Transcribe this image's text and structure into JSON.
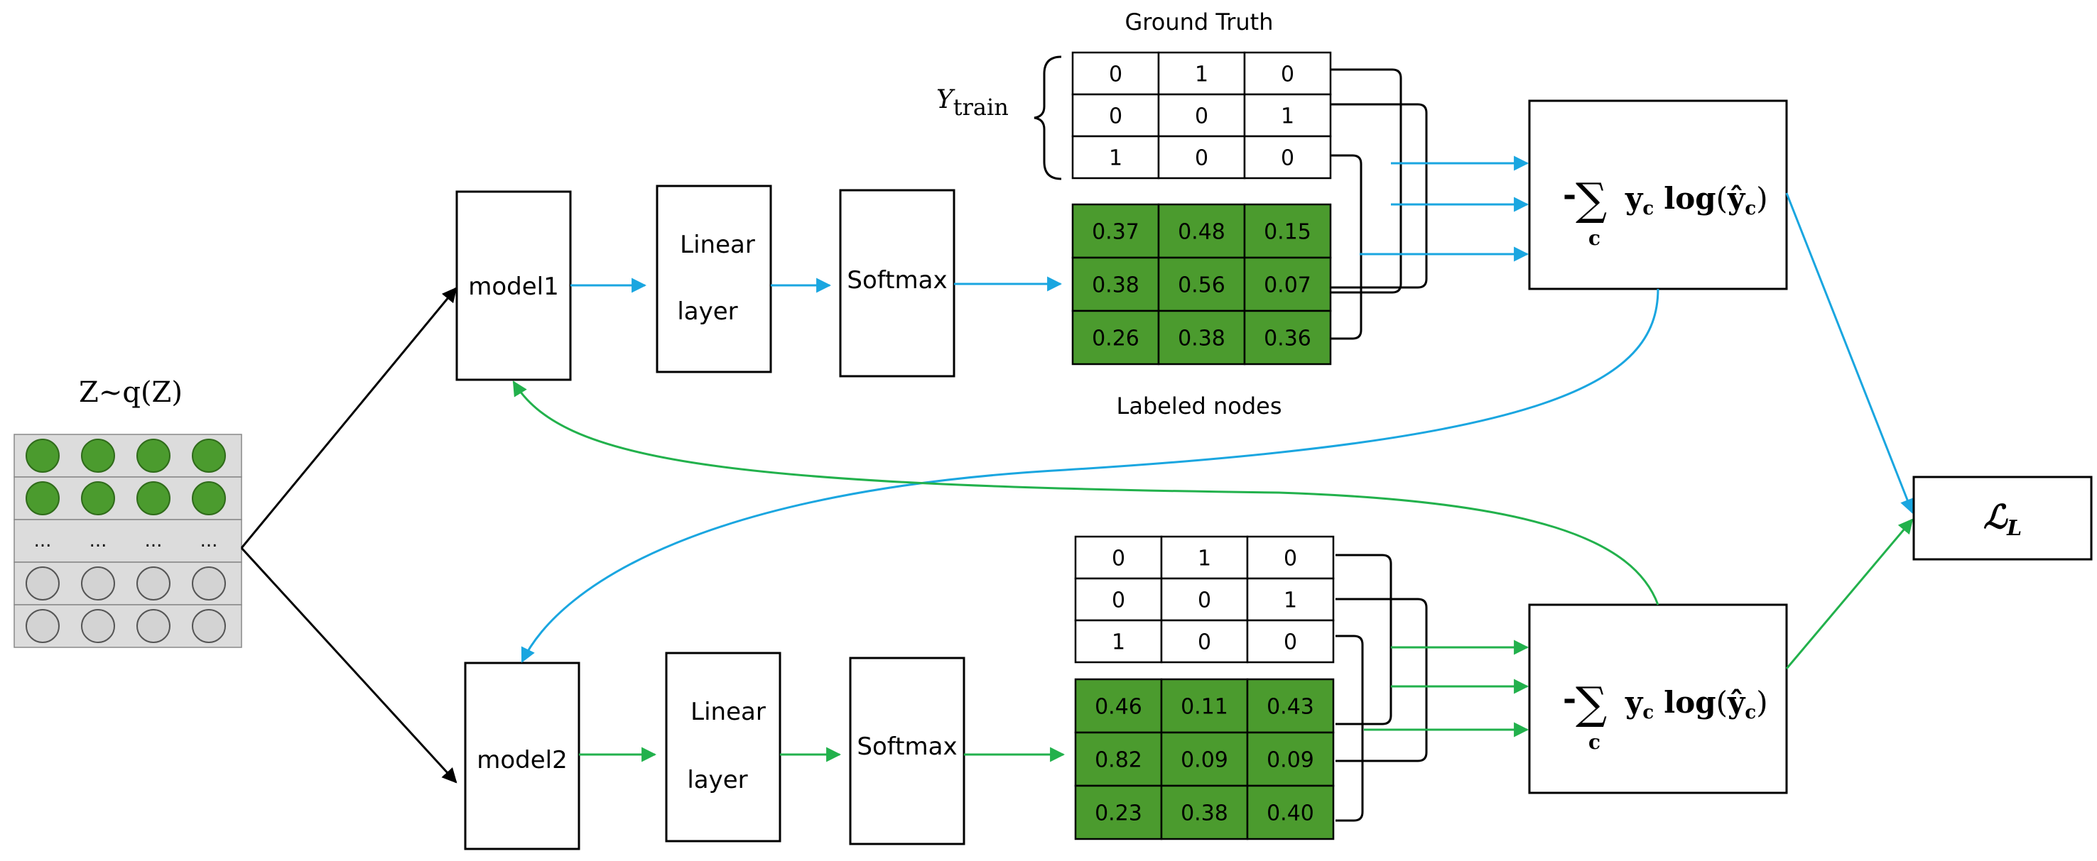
{
  "latent": {
    "title": "Z~q(Z)",
    "ellipsis": "...",
    "rows": [
      "green",
      "green",
      "dots",
      "gray",
      "gray"
    ],
    "colors": {
      "green": "#4b9b2e",
      "gray": "#d3d3d3"
    }
  },
  "branches": [
    {
      "model_label": "model1",
      "linear_label_line1": "Linear",
      "linear_label_line2": "layer",
      "softmax_label": "Softmax",
      "ground_truth": [
        [
          "0",
          "1",
          "0"
        ],
        [
          "0",
          "0",
          "1"
        ],
        [
          "1",
          "0",
          "0"
        ]
      ],
      "predictions": [
        [
          "0.37",
          "0.48",
          "0.15"
        ],
        [
          "0.38",
          "0.56",
          "0.07"
        ],
        [
          "0.26",
          "0.38",
          "0.36"
        ]
      ]
    },
    {
      "model_label": "model2",
      "linear_label_line1": "Linear",
      "linear_label_line2": "layer",
      "softmax_label": "Softmax",
      "ground_truth": [
        [
          "0",
          "1",
          "0"
        ],
        [
          "0",
          "0",
          "1"
        ],
        [
          "1",
          "0",
          "0"
        ]
      ],
      "predictions": [
        [
          "0.46",
          "0.11",
          "0.43"
        ],
        [
          "0.82",
          "0.09",
          "0.09"
        ],
        [
          "0.23",
          "0.38",
          "0.40"
        ]
      ]
    }
  ],
  "labels": {
    "ground_truth_title": "Ground Truth",
    "labeled_nodes": "Labeled nodes",
    "y_train_base": "Y",
    "y_train_sub": "train"
  },
  "loss": {
    "minus": "-",
    "sum": "∑",
    "sum_sub": "c",
    "term_y": "y",
    "term_y_sub": "c",
    "term_log": "log",
    "term_paren_open": "(",
    "term_yhat": "ŷ",
    "term_yhat_sub": "c",
    "term_paren_close": ")",
    "final_label": "ℒ",
    "final_sub": "L"
  },
  "colors": {
    "branch1_arrow": "#1aa6e0",
    "branch2_arrow": "#22b14c",
    "prediction_fill": "#4b9b2e"
  }
}
